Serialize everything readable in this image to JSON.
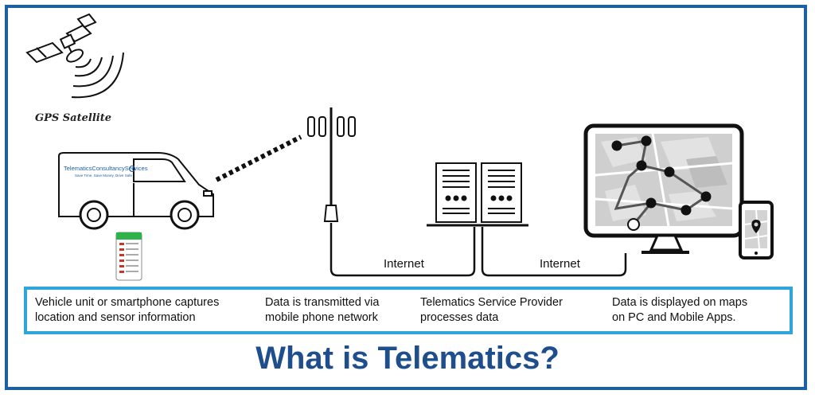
{
  "gps_label": "GPS Satellite",
  "van": {
    "brand": "TelematicsConsultancyServices",
    "tagline": "Save Time, Save Money, Drive Safe"
  },
  "links": [
    {
      "label": "Internet"
    },
    {
      "label": "Internet"
    }
  ],
  "captions": [
    {
      "text": "Vehicle unit  or smartphone captures\nlocation and sensor information"
    },
    {
      "text": "Data is transmitted via\nmobile phone network"
    },
    {
      "text": "Telematics Service Provider\n processes  data"
    },
    {
      "text": "Data is displayed on maps\non PC and Mobile Apps."
    }
  ],
  "title": "What is Telematics?",
  "colors": {
    "border": "#1f5fa6",
    "caption_border": "#2ea6d9",
    "title": "#1f4e8c",
    "app_green": "#2fb24a",
    "app_red": "#c0392b"
  },
  "icons": [
    "satellite-icon",
    "van-icon",
    "smartphone-app-icon",
    "cell-tower-icon",
    "server-icon",
    "monitor-map-icon",
    "mobile-map-icon"
  ]
}
